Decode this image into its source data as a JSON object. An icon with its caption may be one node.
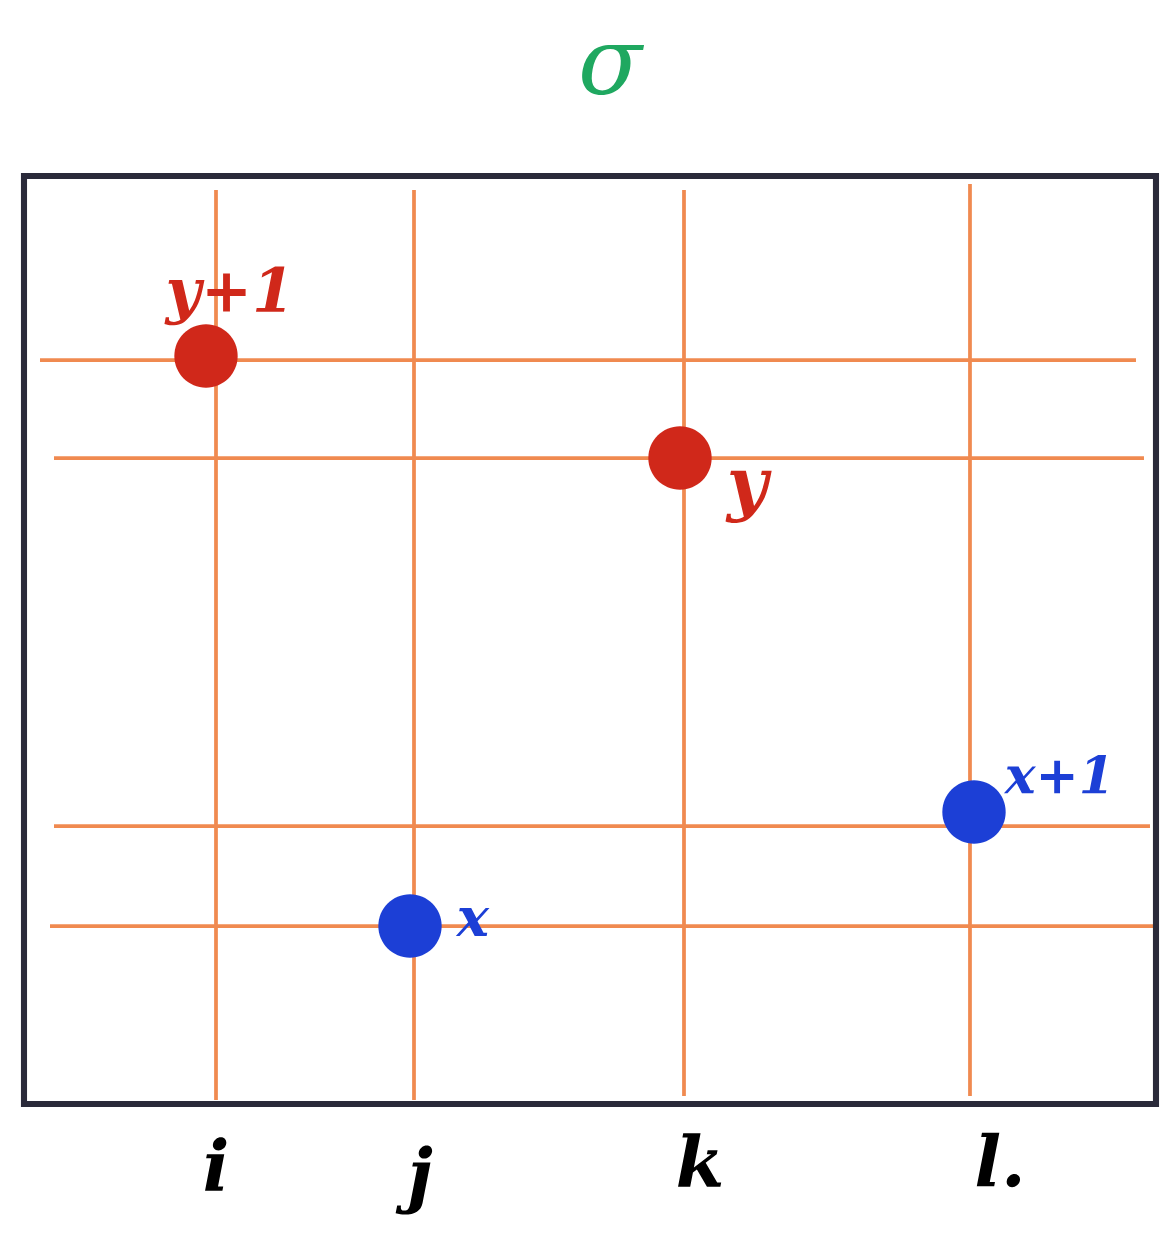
{
  "diagram": {
    "title": "σ",
    "nodes": [
      {
        "text": [],
        "shape": "circle",
        "beside": [
          "y+1"
        ]
      },
      {
        "text": [],
        "shape": "circle",
        "beside": [
          "x"
        ]
      },
      {
        "text": [],
        "shape": "circle",
        "beside": [
          "y"
        ]
      },
      {
        "text": [],
        "shape": "circle",
        "beside": [
          "x+1"
        ]
      }
    ],
    "labels": [
      "i",
      "j",
      "k",
      "l."
    ]
  }
}
